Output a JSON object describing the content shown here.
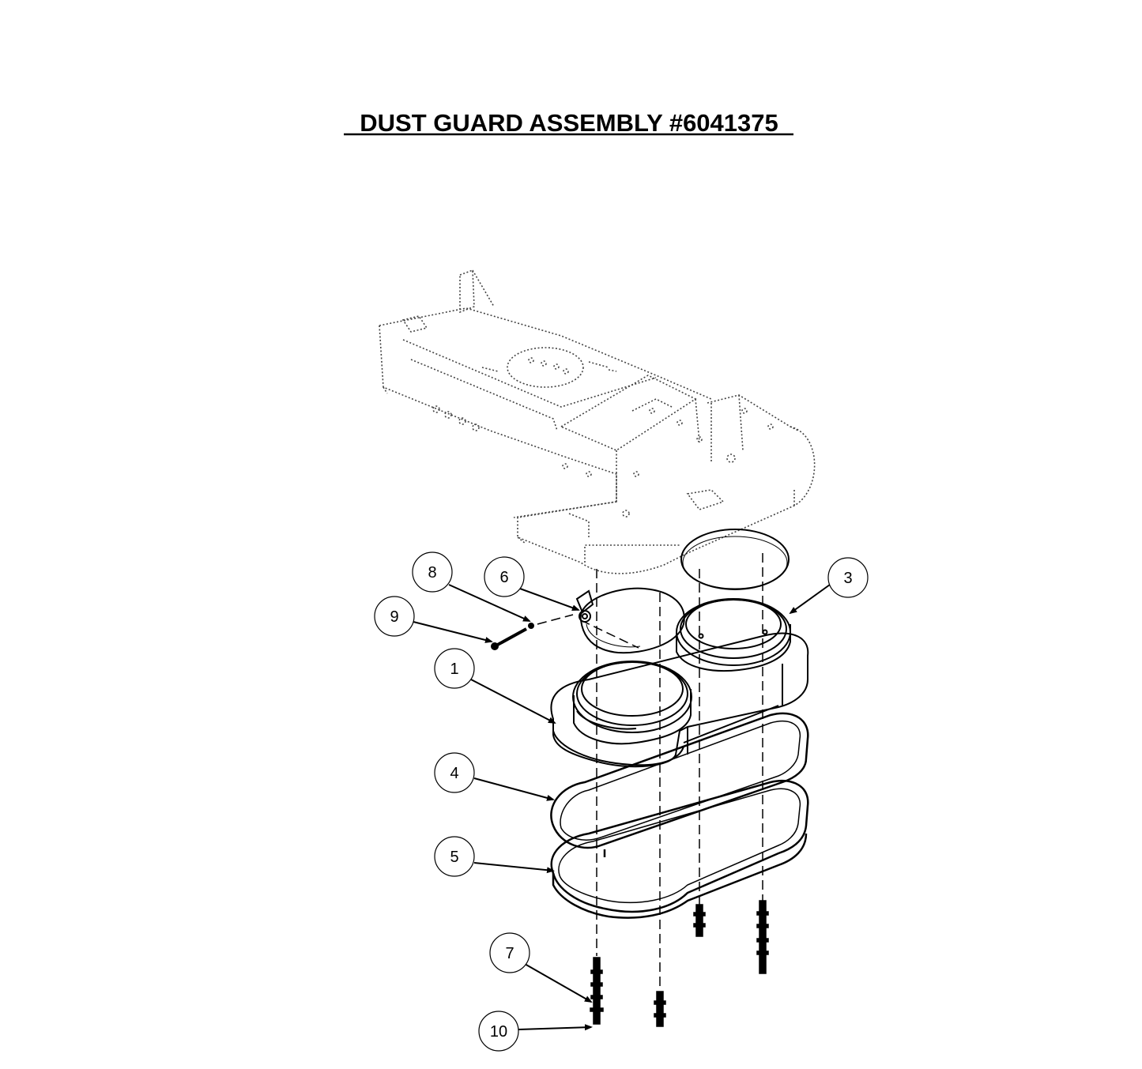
{
  "title": "DUST GUARD ASSEMBLY #6041375",
  "callouts": [
    {
      "label": "1"
    },
    {
      "label": "3"
    },
    {
      "label": "4"
    },
    {
      "label": "5"
    },
    {
      "label": "6"
    },
    {
      "label": "7"
    },
    {
      "label": "8"
    },
    {
      "label": "9"
    },
    {
      "label": "10"
    }
  ]
}
